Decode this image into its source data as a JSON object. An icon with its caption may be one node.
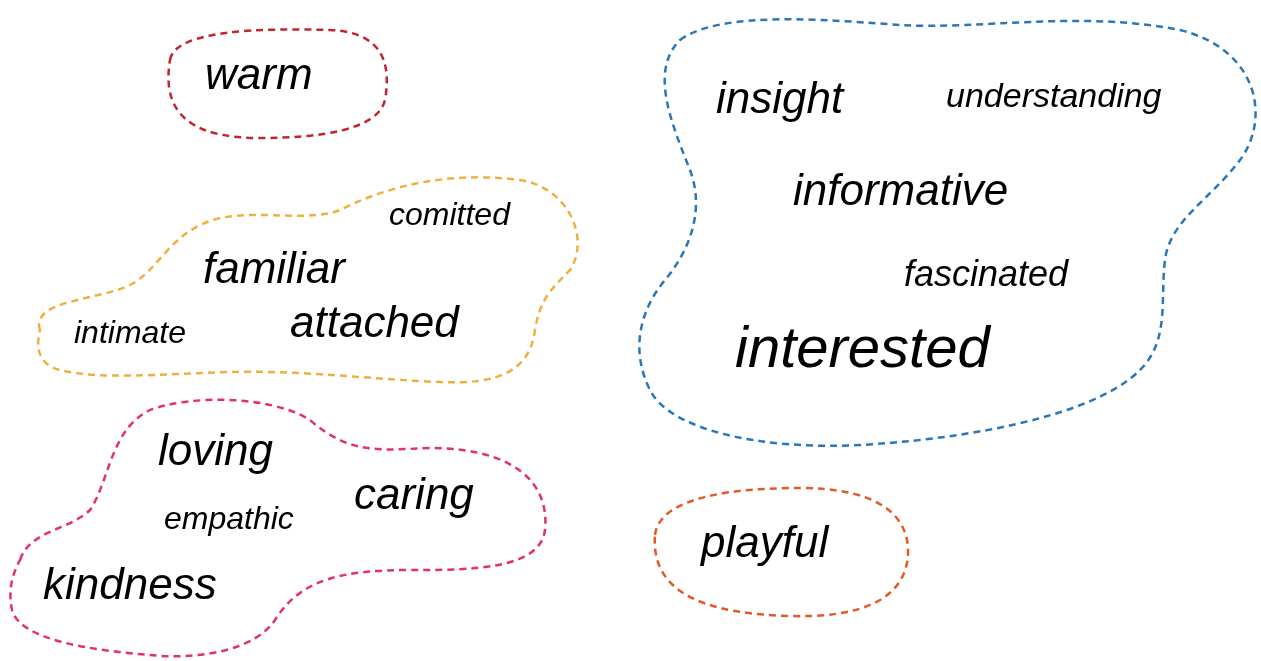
{
  "diagram": {
    "nodes": [
      {
        "text": [
          "warm"
        ]
      },
      {
        "text": [
          "insight",
          "understanding",
          "informative",
          "fascinated",
          "interested"
        ]
      },
      {
        "text": [
          "comitted",
          "familiar",
          "intimate",
          "attached"
        ]
      },
      {
        "text": [
          "loving",
          "caring",
          "empathic",
          "kindness"
        ]
      },
      {
        "text": [
          "playful"
        ]
      }
    ]
  }
}
